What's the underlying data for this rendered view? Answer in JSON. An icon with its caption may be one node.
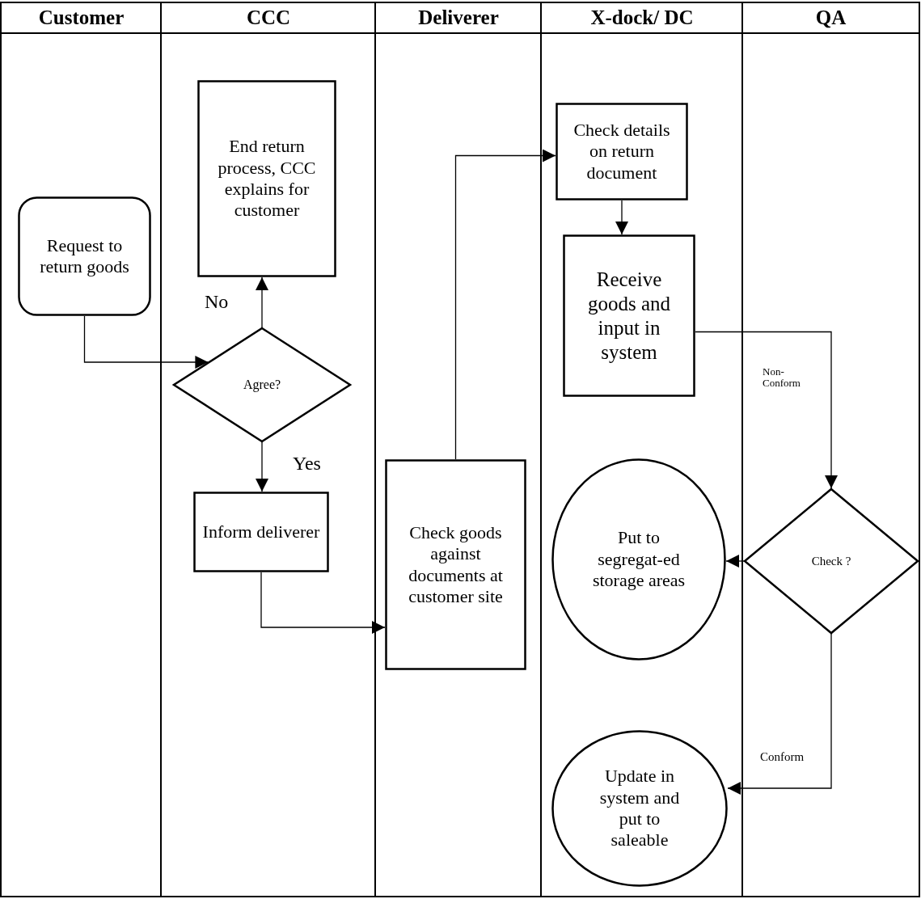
{
  "diagram": {
    "nodes": [
      {
        "text": [
          "Customer"
        ]
      },
      {
        "text": [
          "CCC"
        ]
      },
      {
        "text": [
          "Deliverer"
        ]
      },
      {
        "text": [
          "X-dock/ DC"
        ]
      },
      {
        "text": [
          "QA"
        ]
      },
      {
        "text": [
          "Request to return goods"
        ],
        "in": 0
      },
      {
        "text": [
          "End return process, CCC explains for customer"
        ],
        "in": 1
      },
      {
        "text": [
          "Agree?"
        ],
        "in": 1
      },
      {
        "text": [
          "Inform deliverer"
        ],
        "in": 1
      },
      {
        "text": [
          "Check goods against documents at customer site"
        ],
        "in": 2
      },
      {
        "text": [
          "Check details on return document"
        ],
        "in": 3
      },
      {
        "text": [
          "Receive goods and input in system"
        ],
        "in": 3
      },
      {
        "text": [
          "Put to segregat-ed storage areas"
        ],
        "in": 3
      },
      {
        "text": [
          "Check ?"
        ],
        "in": 4
      },
      {
        "text": [
          "Update in system and put to saleable"
        ],
        "in": 3
      }
    ],
    "edges": [
      {
        "from": 5,
        "to": 7,
        "arrow": "to"
      },
      {
        "from": 7,
        "to": 6,
        "arrow": "to",
        "label": "No"
      },
      {
        "from": 7,
        "to": 8,
        "arrow": "to",
        "label": "Yes"
      },
      {
        "from": 8,
        "to": 9,
        "arrow": "to"
      },
      {
        "from": 9,
        "to": 10,
        "arrow": "to"
      },
      {
        "from": 10,
        "to": 11,
        "arrow": "to"
      },
      {
        "from": 11,
        "to": 13,
        "arrow": "to",
        "label": "Non-Conform"
      },
      {
        "from": 13,
        "to": 12,
        "arrow": "to"
      },
      {
        "from": 13,
        "to": 14,
        "arrow": "to",
        "label": "Conform"
      }
    ]
  }
}
